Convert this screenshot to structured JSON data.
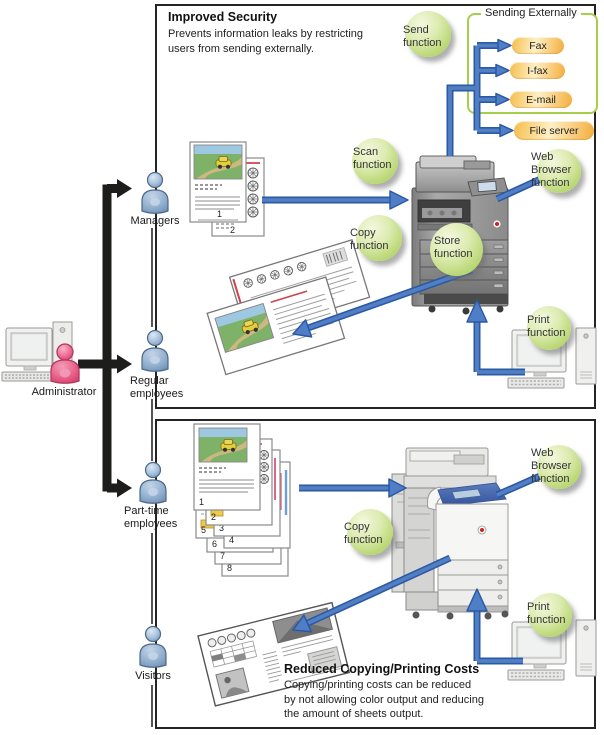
{
  "top_box": {
    "title": "Improved Security",
    "description_lines": [
      "Prevents information leaks by restricting",
      "users from sending externally."
    ],
    "sending_externally": {
      "title": "Sending Externally",
      "items": [
        "Fax",
        "I-fax",
        "E-mail",
        "File server"
      ]
    },
    "functions": {
      "send": "Send function",
      "scan": "Scan function",
      "copy": "Copy function",
      "store": "Store function",
      "web_browser": "Web Browser function",
      "print": "Print function"
    }
  },
  "bottom_box": {
    "title": "Reduced Copying/Printing Costs",
    "description_lines": [
      "Copying/printing costs can be reduced",
      "by not allowing color output and reducing",
      "the amount of sheets output."
    ],
    "functions": {
      "copy": "Copy function",
      "web_browser": "Web Browser function",
      "print": "Print function"
    }
  },
  "users": {
    "administrator": "Administrator",
    "managers": "Managers",
    "regular_employees": "Regular employees",
    "part_time_employees": "Part-time employees",
    "visitors": "Visitors"
  },
  "documents": {
    "managers_pages": [
      "1",
      "2"
    ],
    "part_time_pages": [
      "1",
      "2",
      "3",
      "4",
      "5",
      "6",
      "7",
      "8"
    ]
  },
  "colors": {
    "arrow_blue": "#4f7ec6",
    "arrow_blue_dark": "#2b5aa5",
    "hierarchy_black": "#1d1d1b",
    "function_bubble_green": "#c9df8e",
    "pill_orange": "#f5bc4a",
    "sending_box_border": "#a6ce4a",
    "user_icon_blue": "#9db8d6",
    "admin_icon_pink": "#e8547d"
  }
}
